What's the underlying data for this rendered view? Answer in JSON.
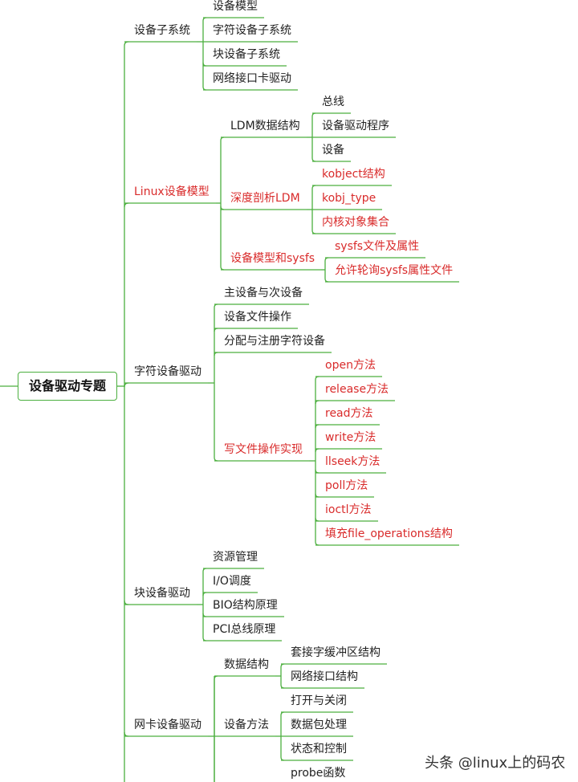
{
  "root": {
    "label": "设备驱动专题"
  },
  "branches": [
    {
      "label": "设备子系统",
      "children": [
        {
          "label": "设备模型"
        },
        {
          "label": "字符设备子系统"
        },
        {
          "label": "块设备子系统"
        },
        {
          "label": "网络接口卡驱动"
        }
      ]
    },
    {
      "label": "Linux设备模型",
      "highlight": true,
      "children": [
        {
          "label": "LDM数据结构",
          "children": [
            {
              "label": "总线"
            },
            {
              "label": "设备驱动程序"
            },
            {
              "label": "设备"
            }
          ]
        },
        {
          "label": "深度剖析LDM",
          "highlight": true,
          "children": [
            {
              "label": "kobject结构",
              "highlight": true
            },
            {
              "label": "kobj_type",
              "highlight": true
            },
            {
              "label": "内核对象集合",
              "highlight": true
            }
          ]
        },
        {
          "label": "设备模型和sysfs",
          "highlight": true,
          "children": [
            {
              "label": "sysfs文件及属性",
              "highlight": true
            },
            {
              "label": "允许轮询sysfs属性文件",
              "highlight": true
            }
          ]
        }
      ]
    },
    {
      "label": "字符设备驱动",
      "children": [
        {
          "label": "主设备与次设备"
        },
        {
          "label": "设备文件操作"
        },
        {
          "label": "分配与注册字符设备"
        },
        {
          "label": "写文件操作实现",
          "highlight": true,
          "children": [
            {
              "label": "open方法",
              "highlight": true
            },
            {
              "label": "release方法",
              "highlight": true
            },
            {
              "label": "read方法",
              "highlight": true
            },
            {
              "label": "write方法",
              "highlight": true
            },
            {
              "label": "llseek方法",
              "highlight": true
            },
            {
              "label": "poll方法",
              "highlight": true
            },
            {
              "label": "ioctl方法",
              "highlight": true
            },
            {
              "label": "填充file_operations结构",
              "highlight": true
            }
          ]
        }
      ]
    },
    {
      "label": "块设备驱动",
      "children": [
        {
          "label": "资源管理"
        },
        {
          "label": "I/O调度"
        },
        {
          "label": "BIO结构原理"
        },
        {
          "label": "PCI总线原理"
        }
      ]
    },
    {
      "label": "网卡设备驱动",
      "children": [
        {
          "label": "数据结构",
          "children": [
            {
              "label": "套接字缓冲区结构"
            },
            {
              "label": "网络接口结构"
            }
          ]
        },
        {
          "label": "设备方法",
          "children": [
            {
              "label": "打开与关闭"
            },
            {
              "label": "数据包处理"
            },
            {
              "label": "状态和控制"
            }
          ]
        },
        {
          "label": "probe函数"
        }
      ]
    }
  ],
  "watermark": "头条 @linux上的码农",
  "colors": {
    "line": "#4caf3f",
    "highlight": "#d92b2b",
    "text": "#222222"
  }
}
